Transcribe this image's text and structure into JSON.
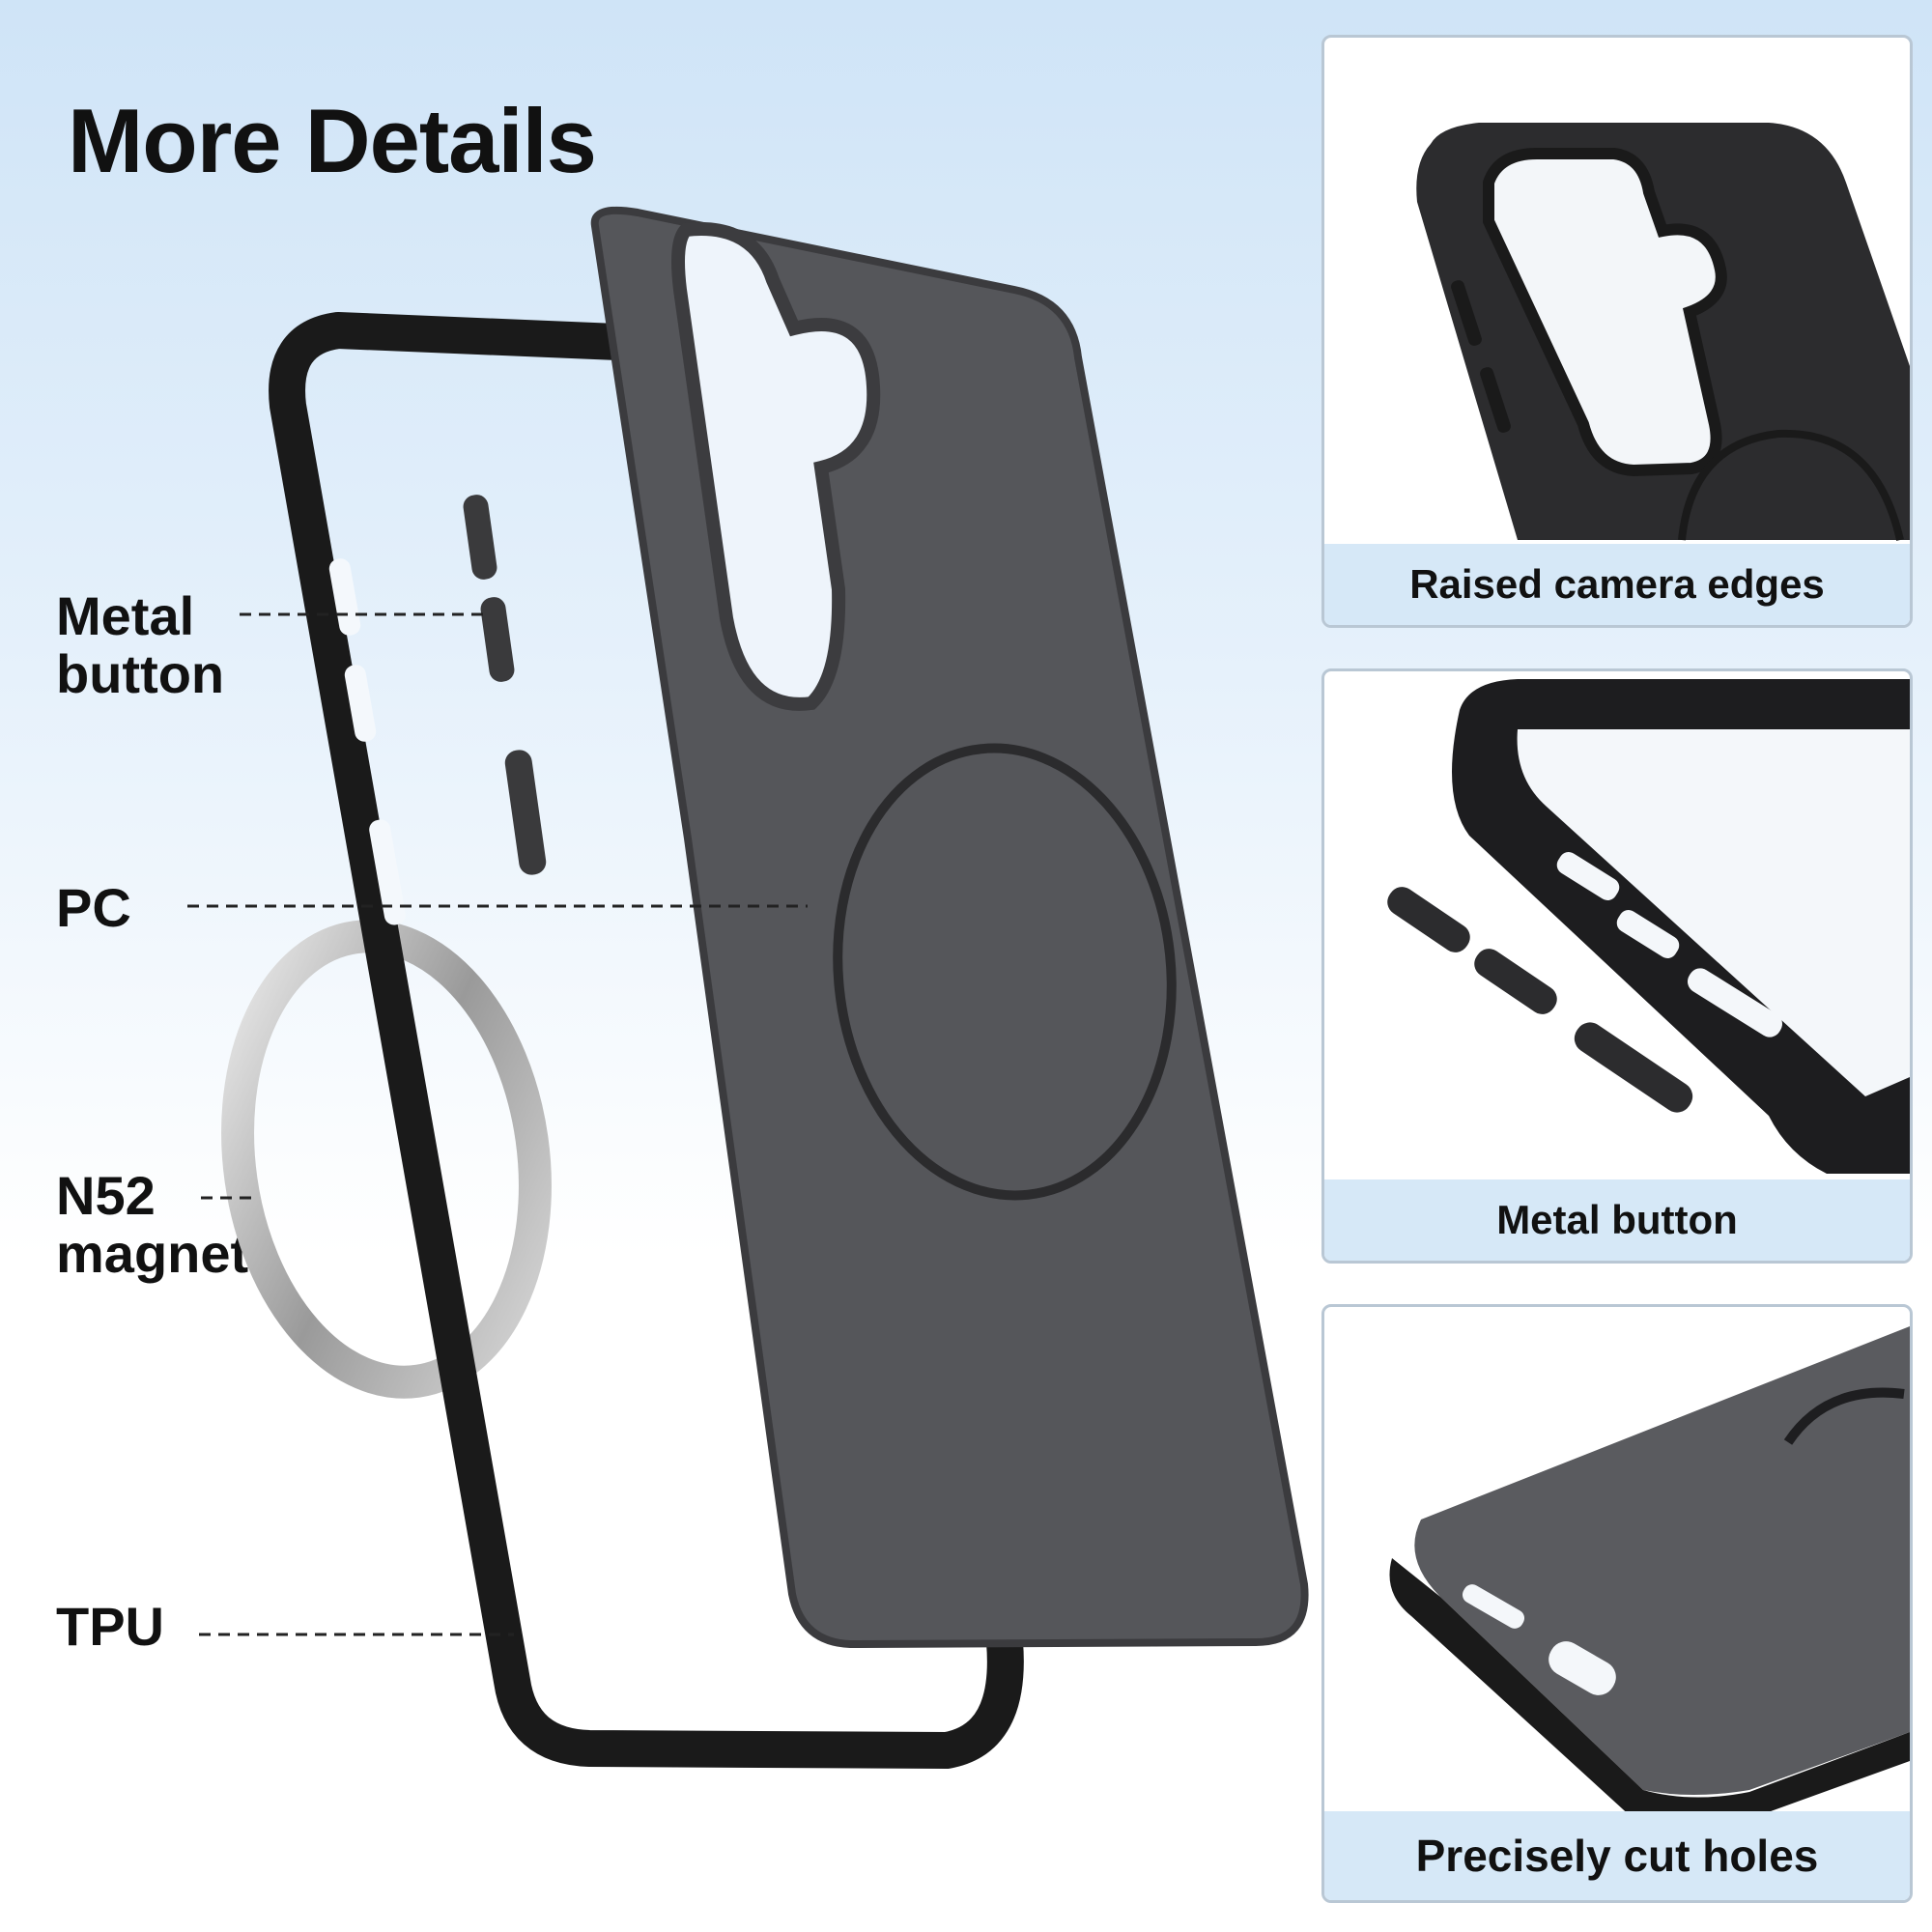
{
  "page": {
    "title": "More Details",
    "accent_color": "#d6e8f7",
    "case_color": "#55565a",
    "bumper_color": "#1a1a1a"
  },
  "callouts": {
    "metal_button": [
      "Metal",
      "button"
    ],
    "pc": "PC",
    "magnet": [
      "N52",
      "magnet"
    ],
    "tpu": "TPU"
  },
  "panels": [
    {
      "caption": "Raised camera edges"
    },
    {
      "caption": "Metal button"
    },
    {
      "caption": "Precisely cut holes"
    }
  ]
}
